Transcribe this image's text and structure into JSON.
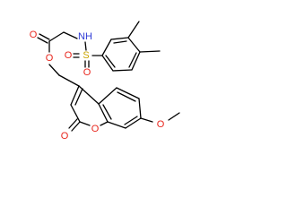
{
  "colors": {
    "bond": "#000000",
    "oxygen": "#e8261d",
    "nitrogen": "#2f3bd6",
    "sulfur": "#c9a400",
    "carbon": "#000000"
  },
  "atoms": {
    "carbonyl_o": {
      "symbol": "O",
      "element": "oxygen"
    },
    "nh": {
      "symbol": "NH",
      "element": "nitrogen"
    },
    "sulfur": {
      "symbol": "S",
      "element": "sulfur"
    },
    "sulfonyl_o_left": {
      "symbol": "O",
      "element": "oxygen"
    },
    "sulfonyl_o_bottom": {
      "symbol": "O",
      "element": "oxygen"
    },
    "ester_o": {
      "symbol": "O",
      "element": "oxygen"
    },
    "lactone_carbonyl_o": {
      "symbol": "O",
      "element": "oxygen"
    },
    "ring_o": {
      "symbol": "O",
      "element": "oxygen"
    },
    "methoxy_o": {
      "symbol": "O",
      "element": "oxygen"
    }
  }
}
